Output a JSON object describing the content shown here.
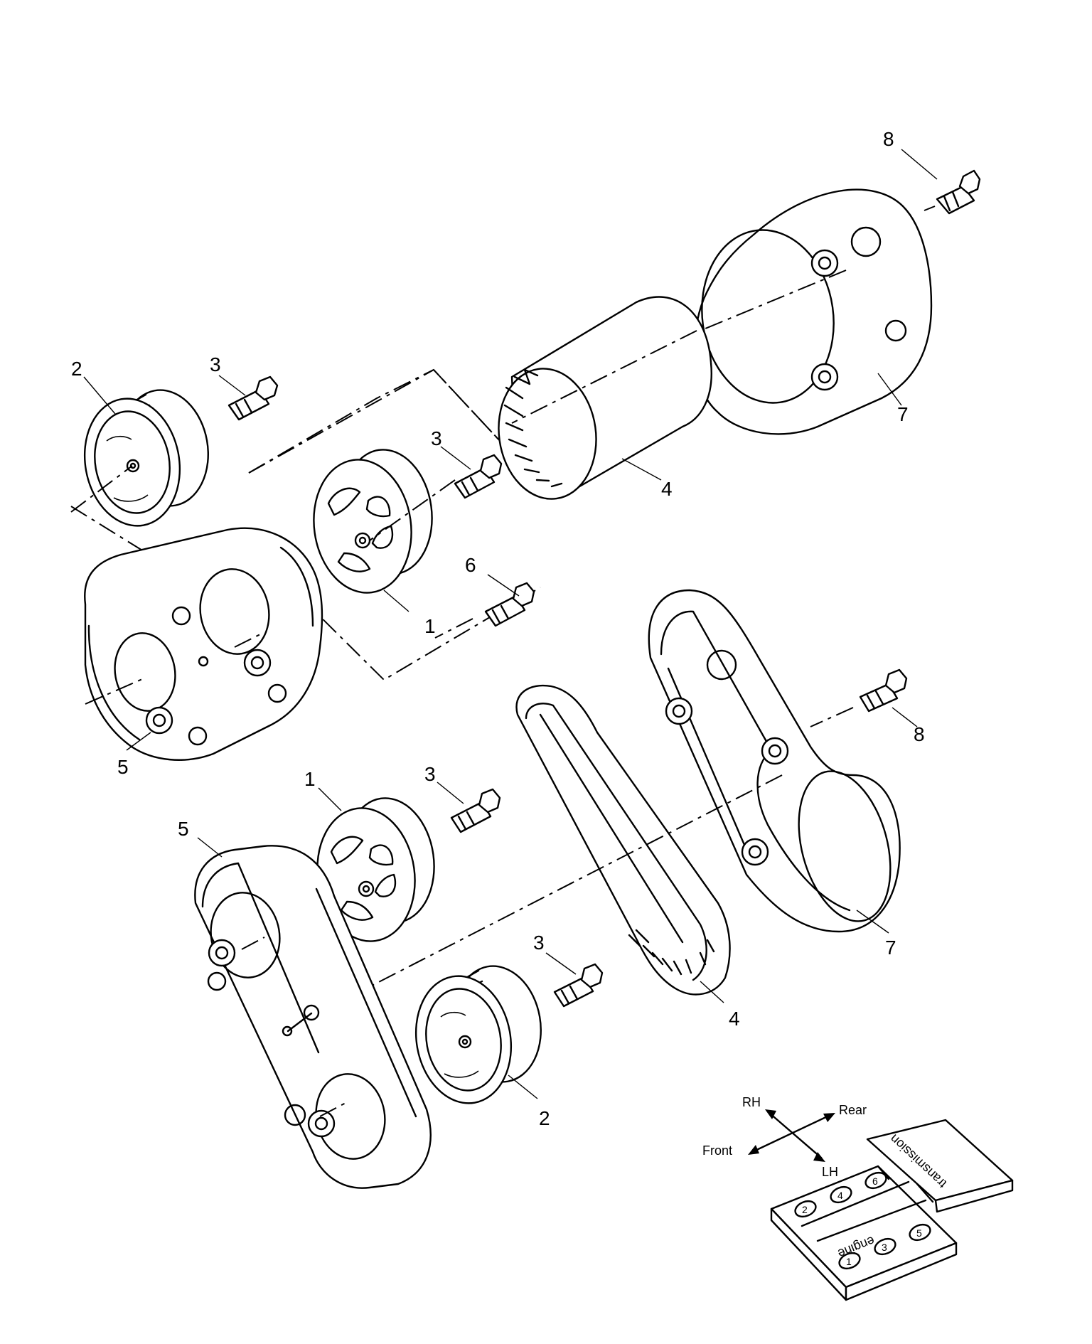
{
  "callouts": {
    "c1_upper": "1",
    "c1_lower": "1",
    "c2_upper": "2",
    "c2_lower": "2",
    "c3_a": "3",
    "c3_b": "3",
    "c3_c": "3",
    "c3_d": "3",
    "c4_upper": "4",
    "c4_lower": "4",
    "c5_upper": "5",
    "c5_lower": "5",
    "c6": "6",
    "c7_upper": "7",
    "c7_lower": "7",
    "c8_upper": "8",
    "c8_lower": "8"
  },
  "orientation": {
    "rh": "RH",
    "rear": "Rear",
    "front": "Front",
    "lh": "LH",
    "transmission": "transmission",
    "engine": "engine",
    "cylinders": [
      "1",
      "2",
      "3",
      "4",
      "5",
      "6"
    ]
  }
}
